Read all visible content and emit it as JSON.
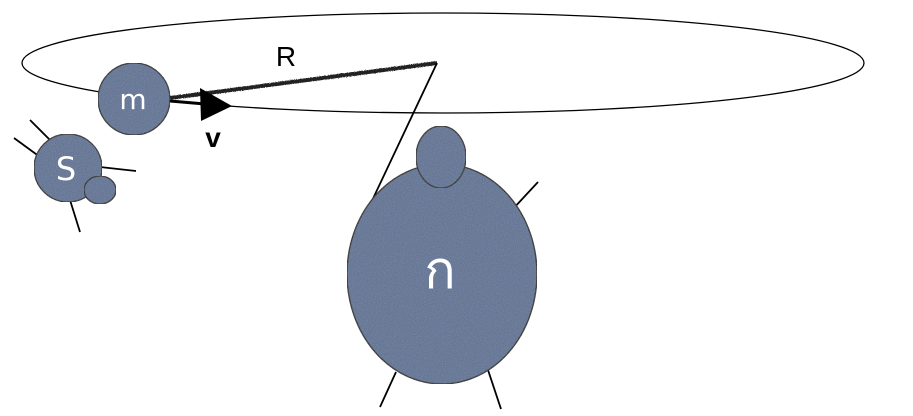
{
  "labels": {
    "radius": "R",
    "velocity": "v",
    "orbiting_mass": "m",
    "small_body": "S",
    "central_body": "ก"
  },
  "colors": {
    "body_fill": "#566c8f",
    "stroke": "#000000",
    "orbit_stroke": "#000000",
    "background": "#ffffff"
  }
}
